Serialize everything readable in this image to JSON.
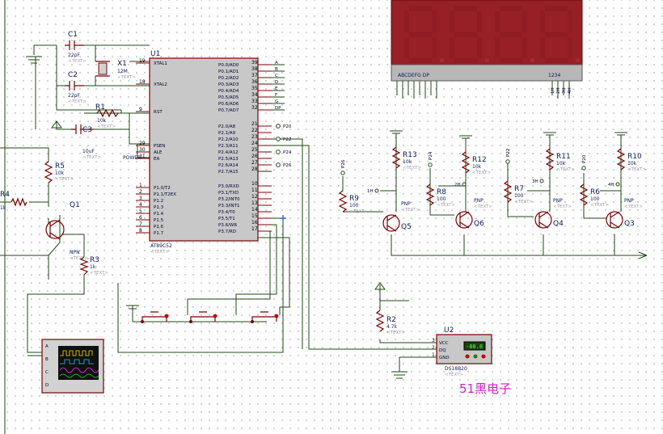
{
  "mcu": {
    "ref": "U1",
    "part": "AT89C52",
    "text": "<TEXT>",
    "left_pins": [
      {
        "num": "19",
        "name": "XTAL1"
      },
      {
        "num": "18",
        "name": "XTAL2"
      },
      {
        "num": "9",
        "name": "RST"
      },
      {
        "num": "29",
        "name": "PSEN"
      },
      {
        "num": "30",
        "name": "ALE"
      },
      {
        "num": "31",
        "name": "EA"
      }
    ],
    "p1_pins": [
      {
        "num": "1",
        "name": "P1.0/T2"
      },
      {
        "num": "2",
        "name": "P1.1/T2EX"
      },
      {
        "num": "3",
        "name": "P1.2"
      },
      {
        "num": "4",
        "name": "P1.3"
      },
      {
        "num": "5",
        "name": "P1.4"
      },
      {
        "num": "6",
        "name": "P1.5"
      },
      {
        "num": "7",
        "name": "P1.6"
      },
      {
        "num": "8",
        "name": "P1.7"
      }
    ],
    "p0_pins": [
      {
        "num": "39",
        "name": "P0.0/AD0",
        "net": "A"
      },
      {
        "num": "38",
        "name": "P0.1/AD1",
        "net": "B"
      },
      {
        "num": "37",
        "name": "P0.2/AD2",
        "net": "C"
      },
      {
        "num": "36",
        "name": "P0.3/AD3",
        "net": "D"
      },
      {
        "num": "35",
        "name": "P0.4/AD4",
        "net": "E"
      },
      {
        "num": "34",
        "name": "P0.5/AD5",
        "net": "F"
      },
      {
        "num": "33",
        "name": "P0.6/AD6",
        "net": "G"
      },
      {
        "num": "32",
        "name": "P0.7/AD7",
        "net": "DP"
      }
    ],
    "p2_pins": [
      {
        "num": "21",
        "name": "P2.0/A8",
        "net": "P20"
      },
      {
        "num": "22",
        "name": "P2.1/A9",
        "net": ""
      },
      {
        "num": "23",
        "name": "P2.2/A10",
        "net": "P22"
      },
      {
        "num": "24",
        "name": "P2.3/A11",
        "net": ""
      },
      {
        "num": "25",
        "name": "P2.4/A12",
        "net": "P24"
      },
      {
        "num": "26",
        "name": "P2.5/A13",
        "net": ""
      },
      {
        "num": "27",
        "name": "P2.6/A14",
        "net": "P26"
      },
      {
        "num": "28",
        "name": "P2.7/A15",
        "net": ""
      }
    ],
    "p3_pins": [
      {
        "num": "10",
        "name": "P3.0/RXD"
      },
      {
        "num": "11",
        "name": "P3.1/TXD"
      },
      {
        "num": "12",
        "name": "P3.2/INT0"
      },
      {
        "num": "13",
        "name": "P3.3/INT1"
      },
      {
        "num": "14",
        "name": "P3.4/T0"
      },
      {
        "num": "15",
        "name": "P3.5/T1"
      },
      {
        "num": "16",
        "name": "P3.6/WR"
      },
      {
        "num": "17",
        "name": "P3.7/RD"
      }
    ]
  },
  "display": {
    "digits": [
      "8",
      "8",
      "8",
      "8"
    ],
    "seg_label": "ABCDEFG  DP",
    "dig_label": "1234",
    "dig_nets": [
      "1H",
      "2H",
      "3H",
      "4H"
    ]
  },
  "components": {
    "c1": {
      "ref": "C1",
      "value": "22pF",
      "text": "<TEXT>"
    },
    "c2": {
      "ref": "C2",
      "value": "22pF",
      "text": "<TEXT>"
    },
    "x1": {
      "ref": "X1",
      "value": "12M",
      "text": "<TEXT>"
    },
    "r1": {
      "ref": "R1",
      "value": "10k",
      "text": "<TEXT>"
    },
    "c3": {
      "ref": "C3",
      "value": "10uF",
      "text": "<TEXT>"
    },
    "power": "POWER",
    "r5": {
      "ref": "R5",
      "value": "10k",
      "text": "<TEXT>"
    },
    "r4": {
      "ref": "R4",
      "value": "1k"
    },
    "q1": {
      "ref": "Q1",
      "type": "NPN",
      "text": "<TEXT>"
    },
    "r3": {
      "ref": "R3",
      "value": "1k",
      "text": "<TEXT>"
    },
    "r2": {
      "ref": "R2",
      "value": "4.7k",
      "text": "<TEXT>"
    },
    "u2": {
      "ref": "U2",
      "part": "DS18B20",
      "text": "<TEXT>",
      "lcd": "-88.8",
      "pins": [
        {
          "num": "3",
          "name": "VCC"
        },
        {
          "num": "2",
          "name": "DQ"
        },
        {
          "num": "1",
          "name": "GND"
        }
      ]
    }
  },
  "drivers": [
    {
      "rb": "R9",
      "rbv": "100",
      "rc": "R13",
      "rcv": "10k",
      "q": "Q5",
      "type": "PNP",
      "net": "P26",
      "dig": "1H"
    },
    {
      "rb": "R8",
      "rbv": "100",
      "rc": "R12",
      "rcv": "10k",
      "q": "Q6",
      "type": "PNP",
      "net": "P24",
      "dig": "2H"
    },
    {
      "rb": "R7",
      "rbv": "100",
      "rc": "R11",
      "rcv": "10k",
      "q": "Q4",
      "type": "PNP",
      "net": "P22",
      "dig": "3H"
    },
    {
      "rb": "R6",
      "rbv": "100",
      "rc": "R10",
      "rcv": "10k",
      "q": "Q3",
      "type": "PNP",
      "net": "P20",
      "dig": "4H"
    }
  ],
  "scope": {
    "channels": [
      "A",
      "B",
      "C",
      "D"
    ]
  },
  "brand": "51黑电子"
}
